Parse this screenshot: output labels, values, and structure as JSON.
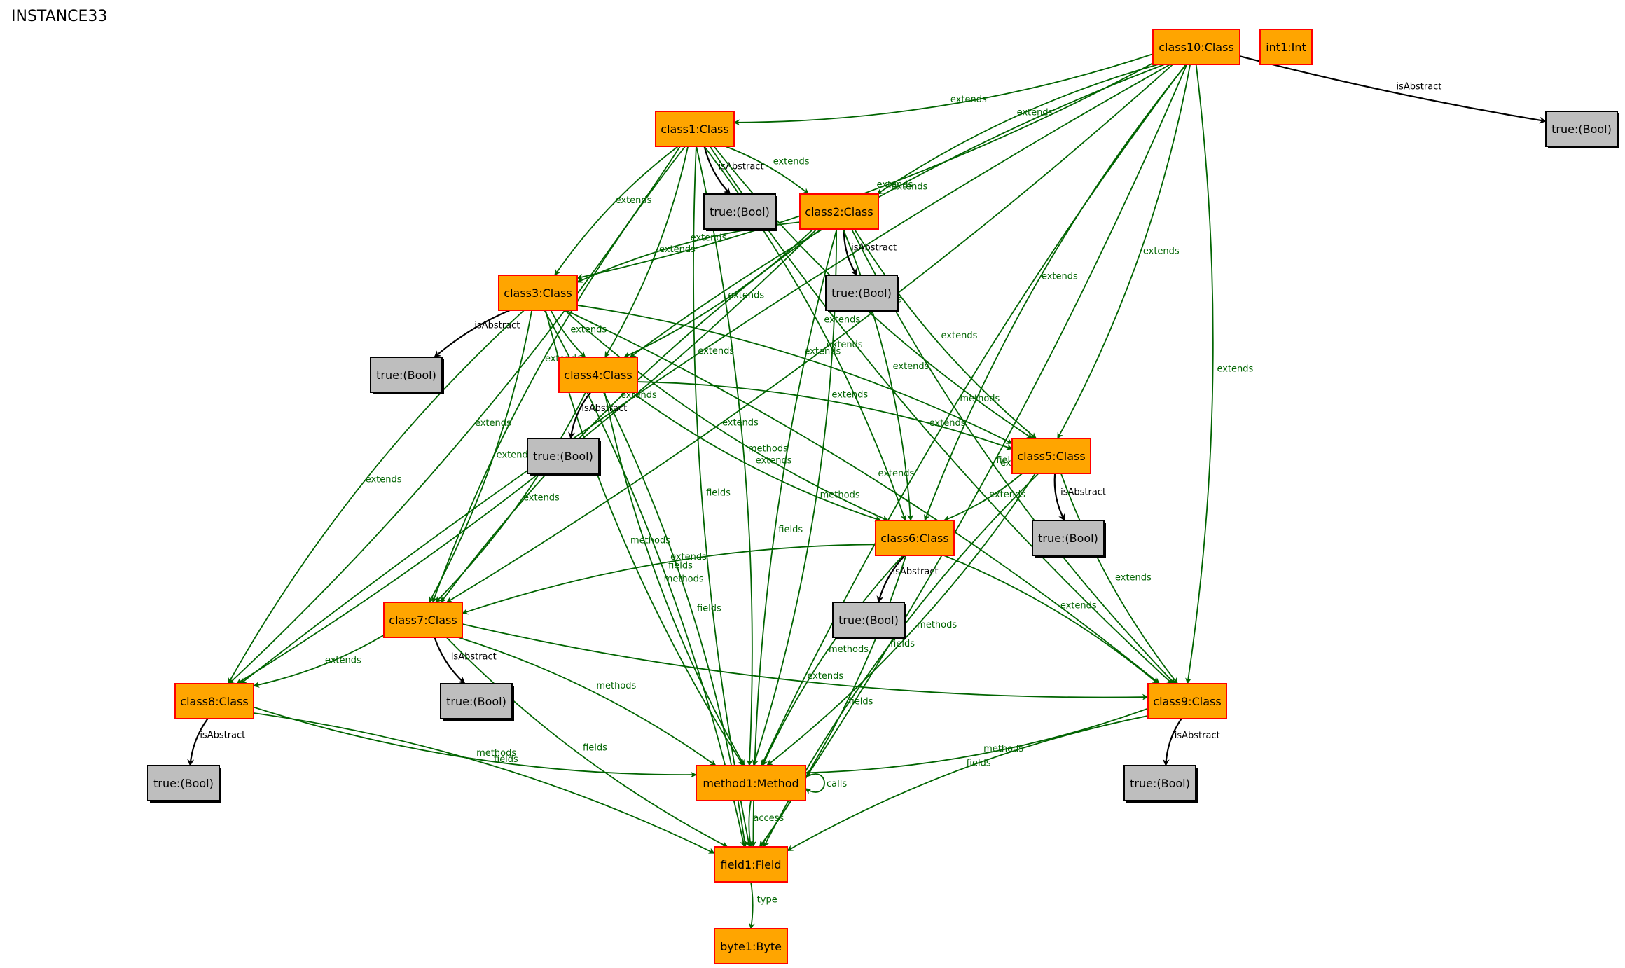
{
  "title": "INSTANCE33",
  "colors": {
    "class_fill": "#FFA500",
    "class_border": "#FF0000",
    "bool_fill": "#BEBEBE",
    "bool_border": "#000000",
    "edge_green": "#006400",
    "edge_black": "#000000"
  },
  "nodes": [
    {
      "id": "class10",
      "label": "class10:Class",
      "kind": "class"
    },
    {
      "id": "int1",
      "label": "int1:Int",
      "kind": "class"
    },
    {
      "id": "b10",
      "label": "true:(Bool)",
      "kind": "bool"
    },
    {
      "id": "class1",
      "label": "class1:Class",
      "kind": "class"
    },
    {
      "id": "b1",
      "label": "true:(Bool)",
      "kind": "bool"
    },
    {
      "id": "class2",
      "label": "class2:Class",
      "kind": "class"
    },
    {
      "id": "b2",
      "label": "true:(Bool)",
      "kind": "bool"
    },
    {
      "id": "class3",
      "label": "class3:Class",
      "kind": "class"
    },
    {
      "id": "b3",
      "label": "true:(Bool)",
      "kind": "bool"
    },
    {
      "id": "class4",
      "label": "class4:Class",
      "kind": "class"
    },
    {
      "id": "b4",
      "label": "true:(Bool)",
      "kind": "bool"
    },
    {
      "id": "class5",
      "label": "class5:Class",
      "kind": "class"
    },
    {
      "id": "b5",
      "label": "true:(Bool)",
      "kind": "bool"
    },
    {
      "id": "class6",
      "label": "class6:Class",
      "kind": "class"
    },
    {
      "id": "b6",
      "label": "true:(Bool)",
      "kind": "bool"
    },
    {
      "id": "class7",
      "label": "class7:Class",
      "kind": "class"
    },
    {
      "id": "b7",
      "label": "true:(Bool)",
      "kind": "bool"
    },
    {
      "id": "class8",
      "label": "class8:Class",
      "kind": "class"
    },
    {
      "id": "b8",
      "label": "true:(Bool)",
      "kind": "bool"
    },
    {
      "id": "class9",
      "label": "class9:Class",
      "kind": "class"
    },
    {
      "id": "b9",
      "label": "true:(Bool)",
      "kind": "bool"
    },
    {
      "id": "method1",
      "label": "method1:Method",
      "kind": "class"
    },
    {
      "id": "field1",
      "label": "field1:Field",
      "kind": "class"
    },
    {
      "id": "byte1",
      "label": "byte1:Byte",
      "kind": "class"
    }
  ],
  "edges": [
    {
      "from": "class10",
      "to": "b10",
      "label": "isAbstract"
    },
    {
      "from": "class10",
      "to": "class1",
      "label": "extends"
    },
    {
      "from": "class10",
      "to": "class2",
      "label": "extends"
    },
    {
      "from": "class10",
      "to": "class3",
      "label": "extends"
    },
    {
      "from": "class10",
      "to": "class4",
      "label": "extends"
    },
    {
      "from": "class10",
      "to": "class5",
      "label": "extends"
    },
    {
      "from": "class10",
      "to": "class6",
      "label": "extends"
    },
    {
      "from": "class10",
      "to": "class7",
      "label": "extends"
    },
    {
      "from": "class10",
      "to": "class8",
      "label": "extends"
    },
    {
      "from": "class10",
      "to": "class9",
      "label": "extends"
    },
    {
      "from": "class10",
      "to": "method1",
      "label": "methods"
    },
    {
      "from": "class10",
      "to": "field1",
      "label": "fields"
    },
    {
      "from": "class1",
      "to": "b1",
      "label": "isAbstract"
    },
    {
      "from": "class1",
      "to": "class2",
      "label": "extends"
    },
    {
      "from": "class1",
      "to": "class3",
      "label": "extends"
    },
    {
      "from": "class1",
      "to": "class4",
      "label": "extends"
    },
    {
      "from": "class1",
      "to": "class5",
      "label": "extends"
    },
    {
      "from": "class1",
      "to": "class6",
      "label": "extends"
    },
    {
      "from": "class1",
      "to": "class7",
      "label": "extends"
    },
    {
      "from": "class1",
      "to": "class8",
      "label": "extends"
    },
    {
      "from": "class1",
      "to": "class9",
      "label": "extends"
    },
    {
      "from": "class1",
      "to": "method1",
      "label": "methods"
    },
    {
      "from": "class1",
      "to": "field1",
      "label": "fields"
    },
    {
      "from": "class2",
      "to": "b2",
      "label": "isAbstract"
    },
    {
      "from": "class2",
      "to": "class3",
      "label": "extends"
    },
    {
      "from": "class2",
      "to": "class4",
      "label": "extends"
    },
    {
      "from": "class2",
      "to": "class5",
      "label": "extends"
    },
    {
      "from": "class2",
      "to": "class6",
      "label": "extends"
    },
    {
      "from": "class2",
      "to": "class7",
      "label": "extends"
    },
    {
      "from": "class2",
      "to": "class8",
      "label": "extends"
    },
    {
      "from": "class2",
      "to": "class9",
      "label": "extends"
    },
    {
      "from": "class2",
      "to": "method1",
      "label": "methods"
    },
    {
      "from": "class2",
      "to": "field1",
      "label": "fields"
    },
    {
      "from": "class3",
      "to": "b3",
      "label": "isAbstract"
    },
    {
      "from": "class3",
      "to": "class4",
      "label": "extends"
    },
    {
      "from": "class3",
      "to": "class5",
      "label": "extends"
    },
    {
      "from": "class3",
      "to": "class6",
      "label": "extends"
    },
    {
      "from": "class3",
      "to": "class7",
      "label": "extends"
    },
    {
      "from": "class3",
      "to": "class8",
      "label": "extends"
    },
    {
      "from": "class3",
      "to": "class9",
      "label": "extends"
    },
    {
      "from": "class3",
      "to": "method1",
      "label": "methods"
    },
    {
      "from": "class3",
      "to": "field1",
      "label": "fields"
    },
    {
      "from": "class4",
      "to": "b4",
      "label": "isAbstract"
    },
    {
      "from": "class4",
      "to": "class5",
      "label": "extends"
    },
    {
      "from": "class4",
      "to": "class6",
      "label": "extends"
    },
    {
      "from": "class4",
      "to": "class7",
      "label": "extends"
    },
    {
      "from": "class4",
      "to": "method1",
      "label": "methods"
    },
    {
      "from": "class4",
      "to": "field1",
      "label": "fields"
    },
    {
      "from": "class5",
      "to": "b5",
      "label": "isAbstract"
    },
    {
      "from": "class5",
      "to": "class6",
      "label": "extends"
    },
    {
      "from": "class5",
      "to": "class9",
      "label": "extends"
    },
    {
      "from": "class5",
      "to": "method1",
      "label": "methods"
    },
    {
      "from": "class5",
      "to": "field1",
      "label": "fields"
    },
    {
      "from": "class6",
      "to": "b6",
      "label": "isAbstract"
    },
    {
      "from": "class6",
      "to": "class7",
      "label": "extends"
    },
    {
      "from": "class6",
      "to": "class9",
      "label": "extends"
    },
    {
      "from": "class6",
      "to": "method1",
      "label": "methods"
    },
    {
      "from": "class6",
      "to": "field1",
      "label": "fields"
    },
    {
      "from": "class7",
      "to": "b7",
      "label": "isAbstract"
    },
    {
      "from": "class7",
      "to": "class8",
      "label": "extends"
    },
    {
      "from": "class7",
      "to": "class9",
      "label": "extends"
    },
    {
      "from": "class7",
      "to": "method1",
      "label": "methods"
    },
    {
      "from": "class7",
      "to": "field1",
      "label": "fields"
    },
    {
      "from": "class8",
      "to": "b8",
      "label": "isAbstract"
    },
    {
      "from": "class8",
      "to": "method1",
      "label": "methods"
    },
    {
      "from": "class8",
      "to": "field1",
      "label": "fields"
    },
    {
      "from": "class9",
      "to": "b9",
      "label": "isAbstract"
    },
    {
      "from": "class9",
      "to": "method1",
      "label": "methods"
    },
    {
      "from": "class9",
      "to": "field1",
      "label": "fields"
    },
    {
      "from": "method1",
      "to": "method1",
      "label": "calls"
    },
    {
      "from": "method1",
      "to": "field1",
      "label": "access"
    },
    {
      "from": "field1",
      "to": "byte1",
      "label": "type"
    }
  ]
}
